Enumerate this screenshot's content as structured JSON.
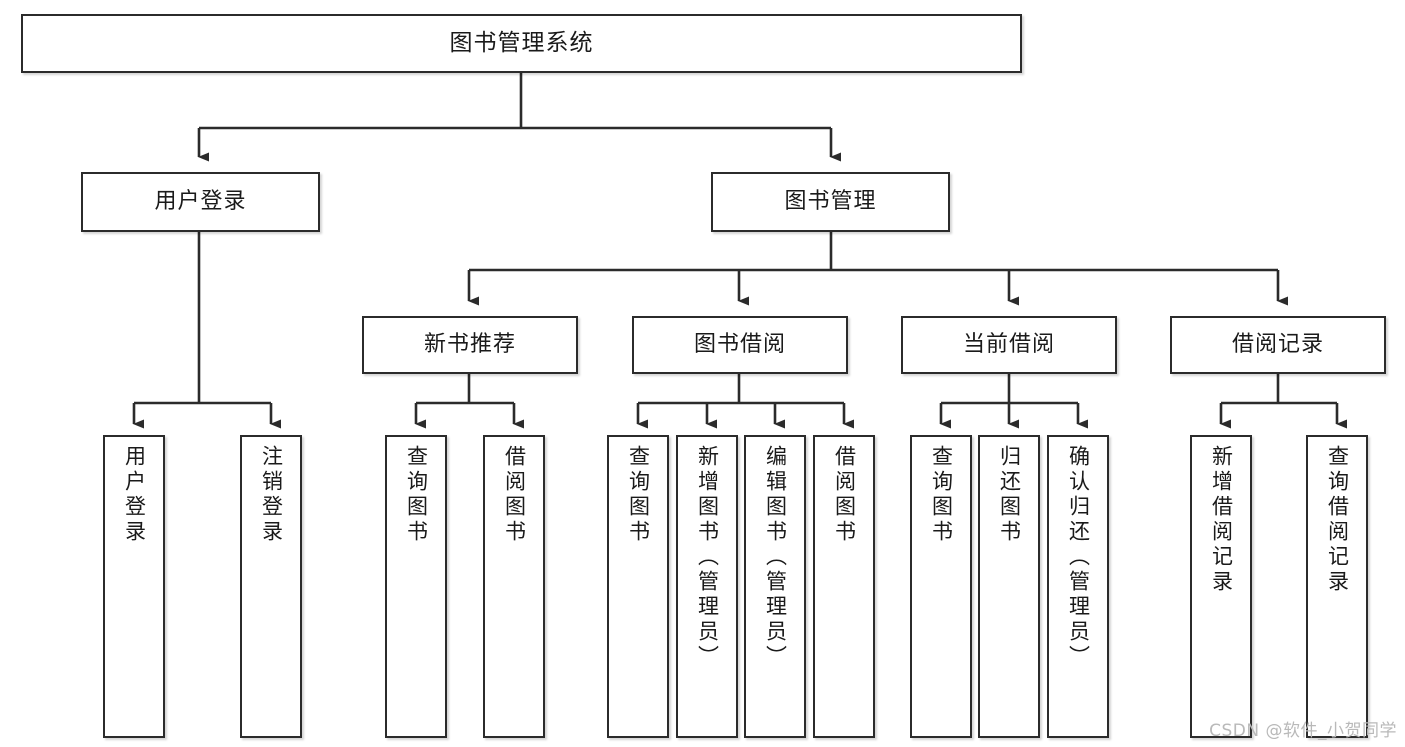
{
  "diagram": {
    "title": "图书管理系统",
    "type": "tree",
    "colors": {
      "box_border": "#2b2b2b",
      "box_fill": "#ffffff",
      "edge": "#2b2b2b",
      "text": "#1a1a1a",
      "watermark": "#b9b9b9",
      "background": "#ffffff"
    },
    "root": {
      "id": "root",
      "label": "图书管理系统"
    },
    "level2": [
      {
        "id": "user-login",
        "label": "用户登录"
      },
      {
        "id": "book-manage",
        "label": "图书管理"
      }
    ],
    "level3": [
      {
        "id": "new-book-rec",
        "label": "新书推荐"
      },
      {
        "id": "book-borrow",
        "label": "图书借阅"
      },
      {
        "id": "current-borrow",
        "label": "当前借阅"
      },
      {
        "id": "borrow-record",
        "label": "借阅记录"
      }
    ],
    "leaves": [
      {
        "id": "leaf-user-login",
        "label": "用户登录",
        "parent": "user-login"
      },
      {
        "id": "leaf-logout",
        "label": "注销登录",
        "parent": "user-login"
      },
      {
        "id": "leaf-query-book-1",
        "label": "查询图书",
        "parent": "new-book-rec"
      },
      {
        "id": "leaf-borrow-book-1",
        "label": "借阅图书",
        "parent": "new-book-rec"
      },
      {
        "id": "leaf-query-book-2",
        "label": "查询图书",
        "parent": "book-borrow"
      },
      {
        "id": "leaf-add-book",
        "label": "新增图书（管理员）",
        "parent": "book-borrow"
      },
      {
        "id": "leaf-edit-book",
        "label": "编辑图书（管理员）",
        "parent": "book-borrow"
      },
      {
        "id": "leaf-borrow-book-2",
        "label": "借阅图书",
        "parent": "book-borrow"
      },
      {
        "id": "leaf-query-book-3",
        "label": "查询图书",
        "parent": "current-borrow"
      },
      {
        "id": "leaf-return-book",
        "label": "归还图书",
        "parent": "current-borrow"
      },
      {
        "id": "leaf-confirm-return",
        "label": "确认归还（管理员）",
        "parent": "current-borrow"
      },
      {
        "id": "leaf-add-record",
        "label": "新增借阅记录",
        "parent": "borrow-record"
      },
      {
        "id": "leaf-query-record",
        "label": "查询借阅记录",
        "parent": "borrow-record"
      }
    ],
    "watermark": "CSDN @软件_小贺同学"
  }
}
